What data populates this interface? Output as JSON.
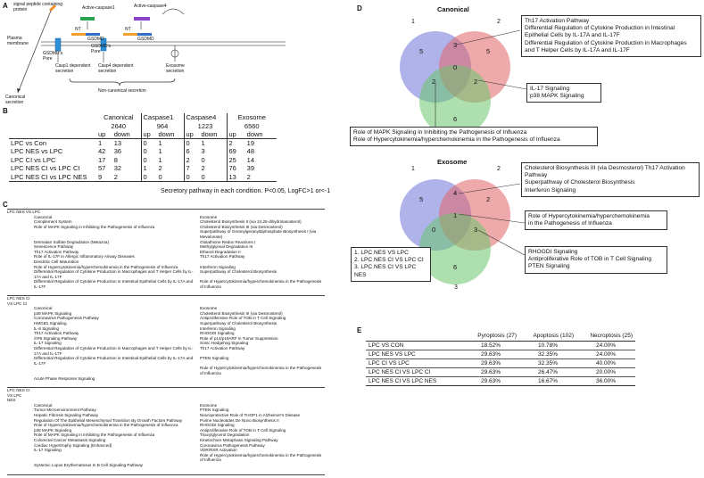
{
  "panelA": {
    "letter": "A",
    "signal_peptide": "signal peptide containing protein",
    "active_caspase1": "Active-caspase1",
    "active_caspase4": "Active-caspase4",
    "nt": "NT",
    "gsdmd": "GSDMD",
    "plasma_membrane": "Plasma membrane",
    "gsdmd_pore": "GSDMD's Pore",
    "casp1": "Casp1 dependent secretion",
    "casp4": "Casp4 dependent secretion",
    "exosome_secretion": "Exosome secretion",
    "noncanonical": "Non-canonical secretion",
    "canonical": "Canonical secretion"
  },
  "panelB": {
    "letter": "B",
    "groups": [
      {
        "name": "Canonical",
        "count": "2640"
      },
      {
        "name": "Caspase1",
        "count": "964"
      },
      {
        "name": "Caspase4",
        "count": "1223"
      },
      {
        "name": "Exosome",
        "count": "6560"
      }
    ],
    "up": "up",
    "down": "down",
    "rows": [
      {
        "label": "LPC vs Con",
        "v": [
          "1",
          "13",
          "0",
          "1",
          "0",
          "1",
          "2",
          "19"
        ]
      },
      {
        "label": "LPC NES vs LPC",
        "v": [
          "42",
          "36",
          "0",
          "1",
          "6",
          "3",
          "69",
          "48"
        ]
      },
      {
        "label": "LPC CI vs LPC",
        "v": [
          "17",
          "8",
          "0",
          "1",
          "2",
          "0",
          "25",
          "14"
        ]
      },
      {
        "label": "LPC NES CI vs LPC CI",
        "v": [
          "57",
          "32",
          "1",
          "2",
          "7",
          "2",
          "76",
          "39"
        ]
      },
      {
        "label": "LPC NES CI vs LPC NES",
        "v": [
          "9",
          "2",
          "0",
          "0",
          "0",
          "0",
          "13",
          "2"
        ]
      }
    ],
    "caption": "Secretory pathway in each condition. P<0.05, LogFC>1  or<-1"
  },
  "panelC": {
    "letter": "C",
    "sections": [
      {
        "title": "LPC NES VS LPC",
        "col1": "Canonical",
        "col2": "Exosome",
        "rows": [
          [
            "Complement System",
            "Cholesterol Biosynthesis II (via 24,25-dihydrolanosterol)"
          ],
          [
            "Role of MAPK Signaling in Inhibiting the Pathogenesis of Influenza",
            "Cholesterol Biosynthesis III (via Desmosterol)"
          ],
          [
            "",
            "Superpathway of Geranylgeranyldiphosphate Biosynthesis I (via Mevalonate)"
          ],
          [
            "Dermatan Sulfate Degradation (Metazoa)",
            "Glutathione Redox Reactions I"
          ],
          [
            "Senescence Pathway",
            "Methylglyoxal Degradation III"
          ],
          [
            "Th17 Activation Pathway",
            "Ethanol Degradation II"
          ],
          [
            "Role of IL-17F in Allergic Inflammatory Airway Diseases",
            "Th17 Activation Pathway"
          ],
          [
            "Dendritic Cell Maturation",
            ""
          ],
          [
            "Role of Hypercytokinemia/hyperchemokinemia in the Pathogenesis of Influenza",
            "Interferon Signaling"
          ],
          [
            "Differential Regulation of Cytokine Production in Macrophages and T Helper Cells by IL-17A and IL-17F",
            "Superpathway of Cholesterol Biosynthesis"
          ],
          [
            "Differential Regulation of Cytokine Production in Intestinal Epithelial Cells by IL-17A and IL-17F",
            "Role of Hypercytokinemia/hyperchemokinemia in the Pathogenesis of Influenza"
          ]
        ]
      },
      {
        "title": "LPC NES CI VS LPC CI",
        "col1": "Canonical",
        "col2": "Exosome",
        "rows": [
          [
            "p38 MAPK Signaling",
            "Cholesterol Biosynthesis III (via Desmosterol)"
          ],
          [
            "Coronavirus Pathogenesis Pathway",
            "Antiproliferative Role of TOB in T Cell Signaling"
          ],
          [
            "HMGB1 Signaling",
            "Superpathway of Cholesterol Biosynthesis"
          ],
          [
            "IL-6 Signaling",
            "Interferon Signaling"
          ],
          [
            "Th17 Activation Pathway",
            "RHOGDI Signaling"
          ],
          [
            "GP6 Signaling Pathway",
            "Role of p14/p19ARF in Tumor Suppression"
          ],
          [
            "IL-17 Signaling",
            "Sonic Hedgehog Signaling"
          ],
          [
            "Differential Regulation of Cytokine Production in Macrophages and T Helper Cells by IL-17A and IL-17F",
            "Th17 Activation Pathway"
          ],
          [
            "Differential Regulation of Cytokine Production in Intestinal Epithelial Cells by IL-17A and IL-17F",
            "PTEN Signaling"
          ],
          [
            "",
            "Role of Hypercytokinemia/hyperchemokinemia in the Pathogenesis of Influenza"
          ],
          [
            "Acute Phase Response Signaling",
            ""
          ]
        ]
      },
      {
        "title": "LPC NES CI VS LPC NES",
        "col1": "Canonical",
        "col2": "Exosome",
        "rows": [
          [
            "Tumor Microenvironment Pathway",
            "PTEN Signaling"
          ],
          [
            "Hepatic Fibrosis Signaling Pathway",
            "Neuroprotective Role of THOP1 in Alzheimer's Disease"
          ],
          [
            "Regulation Of The Epithelial Mesenchymal Transition By Growth Factors Pathway",
            "Purine Nucleotides De Novo Biosynthesis II"
          ],
          [
            "Role of Hypercytokinemia/hyperchemokinemia in the Pathogenesis of Influenza",
            "RHOGDI Signaling"
          ],
          [
            "p38 MAPK Signaling",
            "Antiproliferative Role of TOB in T Cell Signaling"
          ],
          [
            "Role of MAPK Signaling in Inhibiting the Pathogenesis of Influenza",
            "Triacylglycerol Degradation"
          ],
          [
            "Colorectal Cancer Metastasis Signaling",
            "Kinetochore Metaphase Signaling Pathway"
          ],
          [
            "Cardiac Hypertrophy Signaling (Enhanced)",
            "Coronavirus Pathogenesis Pathway"
          ],
          [
            "IL-17 Signaling",
            "VDR/RXR Activation"
          ],
          [
            "",
            "Role of Hypercytokinemia/hyperchemokinemia in the Pathogenesis of Influenza"
          ],
          [
            "Systemic Lupus Erythematosus In B Cell Signaling Pathway",
            ""
          ]
        ]
      }
    ]
  },
  "panelD": {
    "letter": "D",
    "canonical": {
      "title": "Canonical",
      "labels": {
        "set1": "1",
        "set2": "2",
        "set3": "3"
      },
      "regions": {
        "only1": "5",
        "only2": "5",
        "only3": "6",
        "r12": "3",
        "r13": "2",
        "r23": "2",
        "r123": "0"
      },
      "box_r12": [
        "Th17 Activation Pathway",
        "Differential Regulation of Cytokine Production in Intestinal Epithelial Cells by IL-17A and IL-17F",
        "Differential Regulation of Cytokine Production in Macrophages and T Helper Cells by IL-17A and IL-17F"
      ],
      "box_r23": [
        "IL-17 Signaling",
        "p38 MAPK Signaling"
      ],
      "box_r13": [
        "Role of MAPK Signaling in Inhibiting the Pathogenesis of Influenza",
        "Role of Hypercytokinemia/hyperchemokinemia in the  Pathogenesis of Influenza"
      ]
    },
    "exosome": {
      "title": "Exosome",
      "labels": {
        "set1": "1",
        "set2": "2",
        "set3": "3"
      },
      "regions": {
        "only1": "5",
        "only2": "2",
        "only3": "6",
        "r12": "4",
        "r13": "0",
        "r23": "3",
        "r123": "1"
      },
      "box_r12": [
        "Cholesterol Biosynthesis III (via Desmosterol) Th17 Activation Pathway",
        "Superpathway of Cholesterol Biosynthesis",
        "Interferon Signaling"
      ],
      "box_r123": [
        "Role of Hypercytokinemia/hyperchemokinemia",
        "in the Pathogenesis of Influenza"
      ],
      "box_r23": [
        "RHOGDI Signaling",
        "Antiproliferative Role of TOB in T Cell Signaling",
        "PTEN Signaling"
      ]
    },
    "legend": [
      "1. LPC NES VS LPC",
      "2. LPC NES CI VS LPC CI",
      "3. LPC NES CI VS LPC NES"
    ],
    "colors": {
      "set1": "#6f74d8",
      "set2": "#e06566",
      "set3": "#6cc46c"
    }
  },
  "panelE": {
    "letter": "E",
    "headers": [
      "",
      "Pyroptosis (27)",
      "Apoptosis (102)",
      "Necroptosis (25)"
    ],
    "rows": [
      [
        "LPC VS CON",
        "18.52%",
        "10.78%",
        "24.00%"
      ],
      [
        "LPC NES VS LPC",
        "29.63%",
        "32.35%",
        "24.00%"
      ],
      [
        "LPC CI VS LPC",
        "29.63%",
        "32.35%",
        "40.00%"
      ],
      [
        "LPC NES CI VS LPC CI",
        "29.63%",
        "26.47%",
        "20.00%"
      ],
      [
        "LPC NES CI VS LPC NES",
        "29.63%",
        "16.67%",
        "36.00%"
      ]
    ]
  }
}
